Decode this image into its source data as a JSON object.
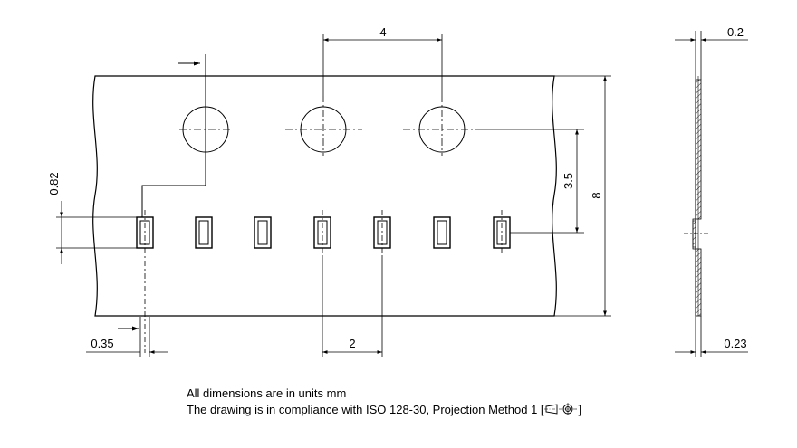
{
  "dimensions": {
    "sprocket_pitch": "4",
    "pocket_pitch": "2",
    "hole_to_pocket": "3.5",
    "tape_width": "8",
    "pocket_length": "0.82",
    "pocket_offset": "0.35",
    "cover_thickness": "0.2",
    "tape_thickness": "0.23"
  },
  "notes": {
    "units": "All dimensions are in units mm",
    "compliance_prefix": "The drawing is in compliance with ISO 128-30, Projection Method 1 [",
    "compliance_suffix": "]"
  },
  "projection_symbol": "projection-method-1-icon"
}
